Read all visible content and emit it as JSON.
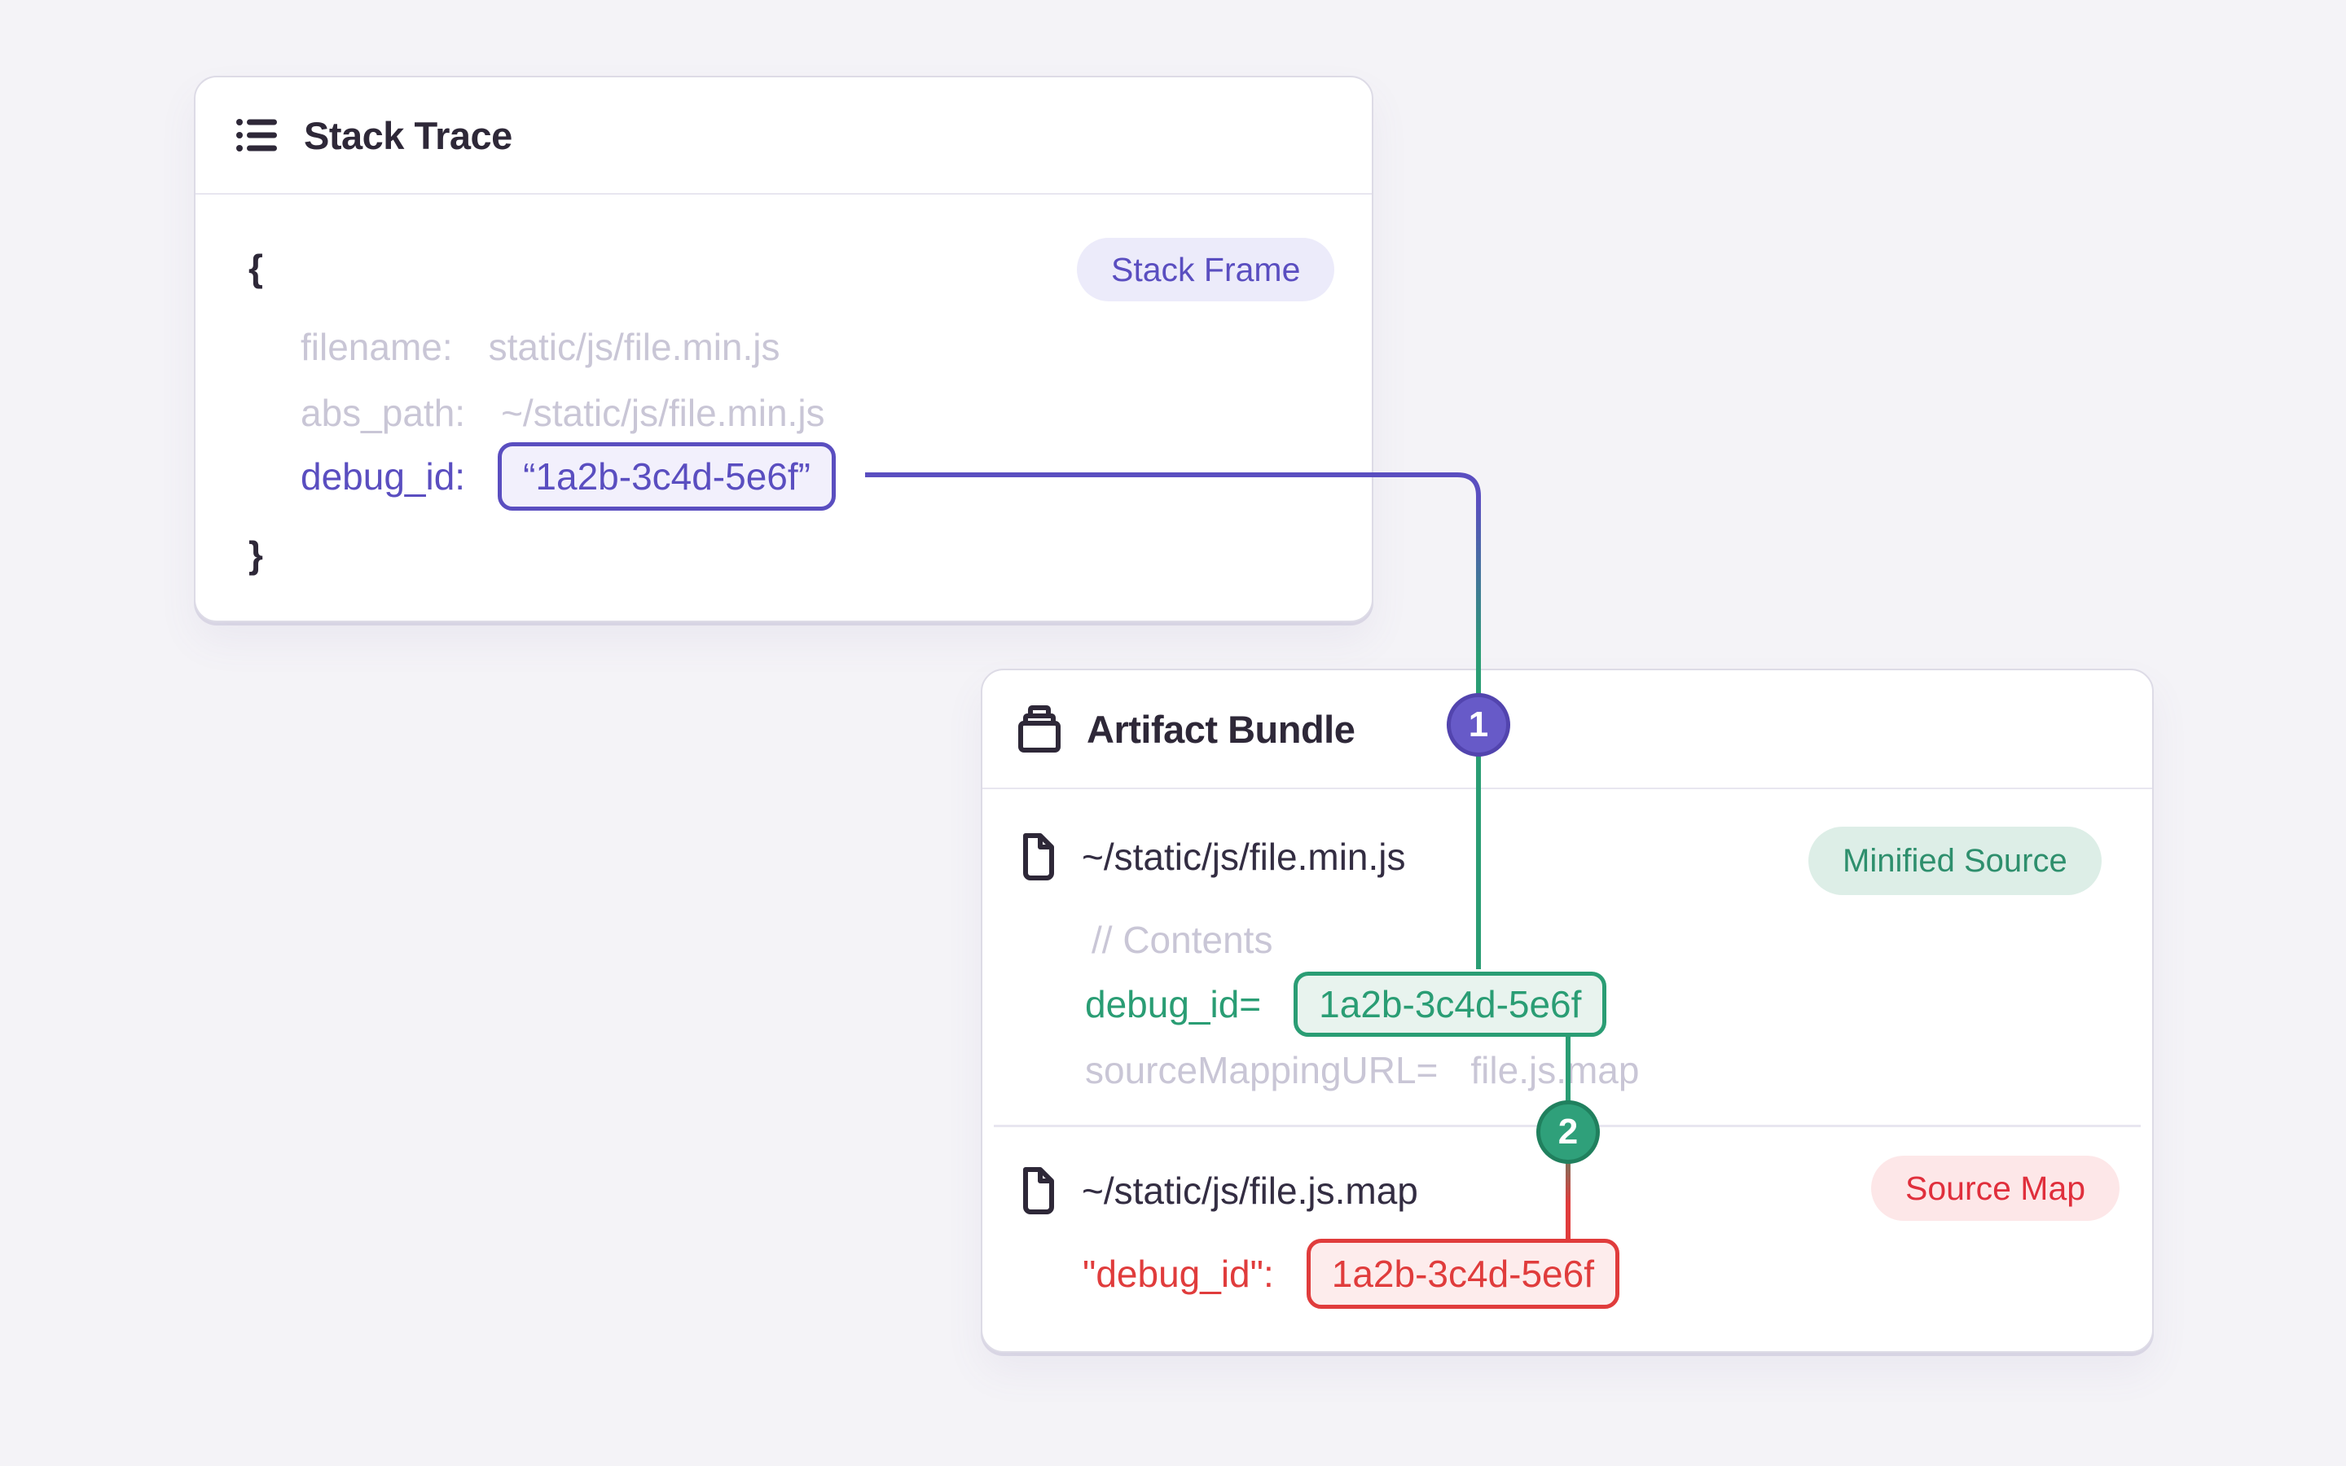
{
  "stack_trace_card": {
    "title": "Stack Trace",
    "icon": "list-icon",
    "badge": "Stack Frame",
    "brace_open": "{",
    "brace_close": "}",
    "fields": {
      "filename_label": "filename:",
      "filename_value": "static/js/file.min.js",
      "abs_path_label": "abs_path:",
      "abs_path_value": "~/static/js/file.min.js",
      "debug_id_label": "debug_id:",
      "debug_id_value": "“1a2b-3c4d-5e6f”"
    }
  },
  "artifact_bundle_card": {
    "title": "Artifact Bundle",
    "icon": "archive-icon",
    "minified_source": {
      "icon": "file-icon",
      "path": "~/static/js/file.min.js",
      "badge": "Minified Source",
      "comment": "// Contents",
      "debug_id_label": "debug_id=",
      "debug_id_value": "1a2b-3c4d-5e6f",
      "source_mapping_label": "sourceMappingURL=",
      "source_mapping_value": "file.js.map"
    },
    "source_map": {
      "icon": "file-icon",
      "path": "~/static/js/file.js.map",
      "badge": "Source Map",
      "debug_id_label": "\"debug_id\":",
      "debug_id_value": "1a2b-3c4d-5e6f"
    }
  },
  "connectors": {
    "step1_label": "1",
    "step2_label": "2",
    "purple": "#5a4ec0",
    "green": "#2a9d74",
    "red": "#e03c3c",
    "circle1_fill": "#675ac8",
    "circle2_fill": "#2fa07a"
  },
  "colors": {
    "page_background": "#f4f3f7",
    "card_background": "#ffffff",
    "card_border": "#dddbe6",
    "heading_text": "#2e2838",
    "muted_code_text": "#c9c6d6",
    "badge_lavender_bg": "#ecebfa",
    "badge_mint_bg": "#ddeee7",
    "badge_rose_bg": "#fde7e8"
  }
}
